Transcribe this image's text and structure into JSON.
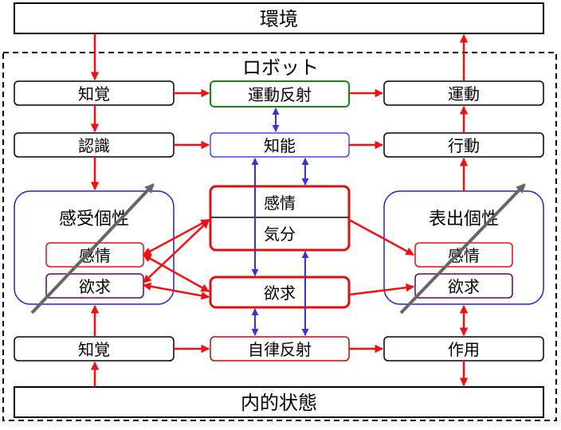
{
  "environment": "環境",
  "robot_label": "ロボット",
  "internal_state": "内的状態",
  "left_column": {
    "perception_top": "知覚",
    "recognition": "認識",
    "perception_bottom": "知覚"
  },
  "center_column": {
    "motor_reflex": "運動反射",
    "intelligence": "知能",
    "emotion": "感情",
    "mood": "気分",
    "desire": "欲求",
    "autonomic_reflex": "自律反射"
  },
  "right_column": {
    "movement": "運動",
    "action": "行動",
    "effect": "作用"
  },
  "sensory_personality": {
    "title": "感受個性",
    "emotion": "感情",
    "desire": "欲求"
  },
  "expressive_personality": {
    "title": "表出個性",
    "emotion": "感情",
    "desire": "欲求"
  },
  "colors": {
    "flow_arrow": "#ee1111",
    "link_arrow": "#3333dd",
    "personality_arrow": "#666666",
    "personality_border": "#2222cc",
    "emotion_border": "#dd1111",
    "desire_border": "#660066",
    "motor_reflex_border": "#118811",
    "intelligence_border": "#2222cc",
    "autonomic_border": "#aa1111"
  }
}
